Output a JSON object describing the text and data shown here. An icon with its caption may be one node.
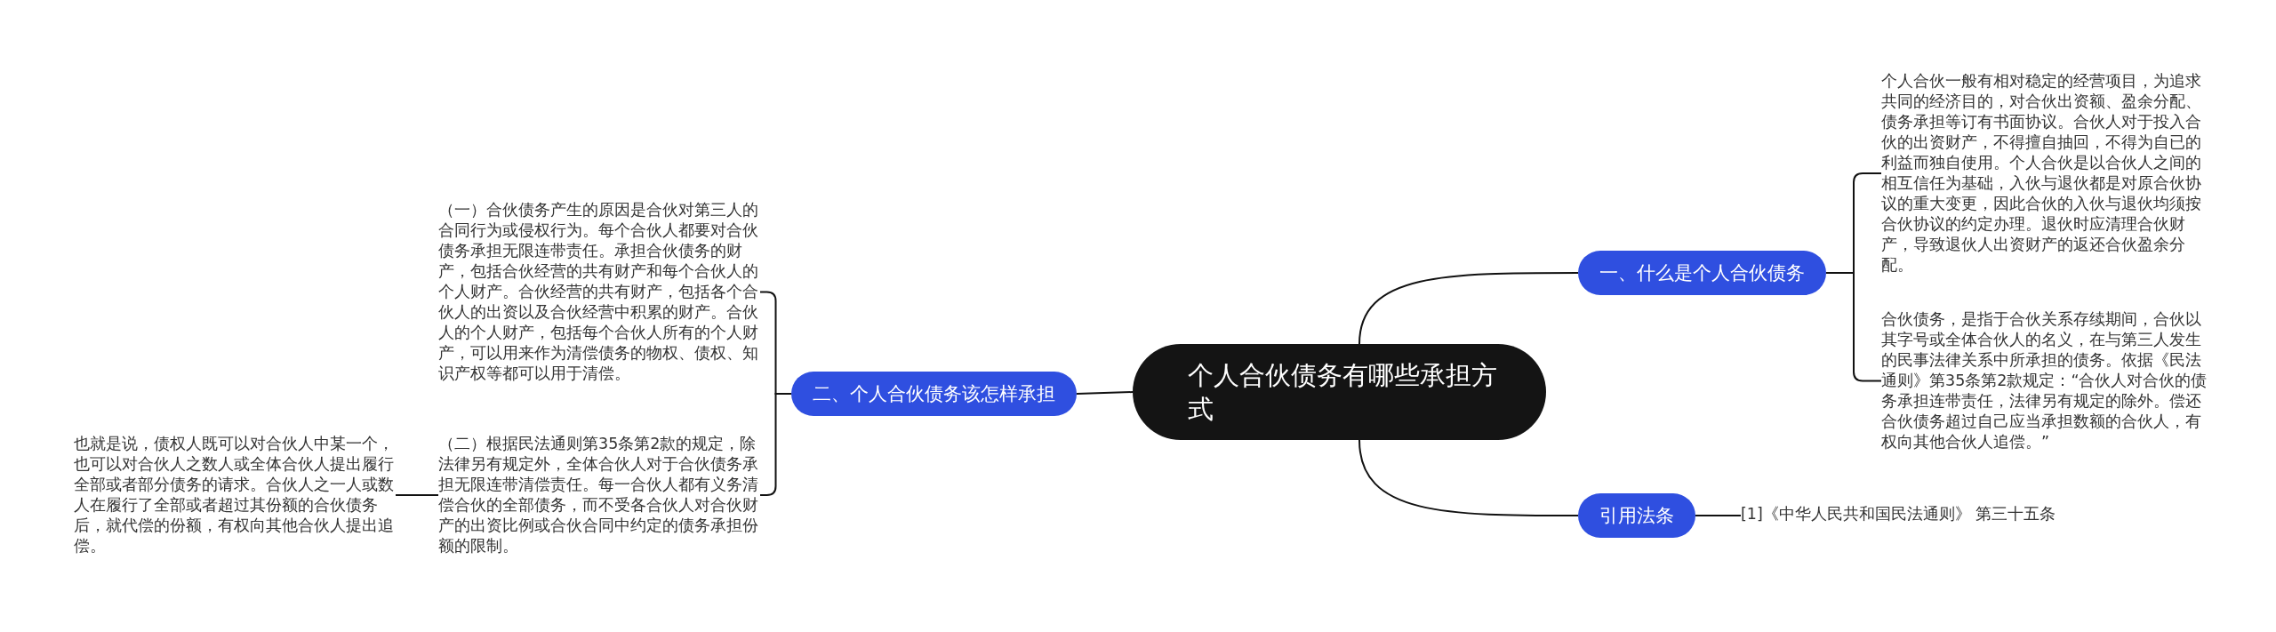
{
  "diagram": {
    "nodes": [
      {
        "text": [
          "个人合伙债务有哪些承担方式"
        ]
      },
      {
        "text": [
          "一、什么是个人合伙债务"
        ]
      },
      {
        "text": [
          "个人合伙一般有相对稳定的经营项目，为追求共同的经济目的，对合伙出资额、盈余分配、债务承担等订有书面协议。合伙人对于投入合伙的出资财产，不得擅自抽回，不得为自已的利益而独自使用。个人合伙是以合伙人之间的相互信任为基础，入伙与退伙都是对原合伙协议的重大变更，因此合伙的入伙与退伙均须按合伙协议的约定办理。退伙时应清理合伙财产，导致退伙人出资财产的返还合伙盈余分配。"
        ]
      },
      {
        "text": [
          "合伙债务，是指于合伙关系存续期间，合伙以其字号或全体合伙人的名义，在与第三人发生的民事法律关系中所承担的债务。依据《民法通则》第35条第2款规定：“合伙人对合伙的债务承担连带责任，法律另有规定的除外。偿还合伙债务超过自己应当承担数额的合伙人，有权向其他合伙人追偿。”"
        ]
      },
      {
        "text": [
          "引用法条"
        ]
      },
      {
        "text": [
          "[1]《中华人民共和国民法通则》 第三十五条"
        ]
      },
      {
        "text": [
          "二、个人合伙债务该怎样承担"
        ]
      },
      {
        "text": [
          "（一）合伙债务产生的原因是合伙对第三人的合同行为或侵权行为。每个合伙人都要对合伙债务承担无限连带责任。承担合伙债务的财产，包括合伙经营的共有财产和每个合伙人的个人财产。合伙经营的共有财产，包括各个合伙人的出资以及合伙经营中积累的财产。合伙人的个人财产，包括每个合伙人所有的个人财产，可以用来作为清偿债务的物权、债权、知识产权等都可以用于清偿。"
        ]
      },
      {
        "text": [
          "（二）根据民法通则第35条第2款的规定，除法律另有规定外，全体合伙人对于合伙债务承担无限连带清偿责任。每一合伙人都有义务清偿合伙的全部债务，而不受各合伙人对合伙财产的出资比例或合伙合同中约定的债务承担份额的限制。"
        ]
      },
      {
        "text": [
          "也就是说，债权人既可以对合伙人中某一个，也可以对合伙人之数人或全体合伙人提出履行全部或者部分债务的请求。合伙人之一人或数人在履行了全部或者超过其份额的合伙债务后，就代偿的份额，有权向其他合伙人提出追偿。"
        ]
      }
    ],
    "edges": [
      {
        "from": 0,
        "to": 1,
        "arrow": "none"
      },
      {
        "from": 1,
        "to": 2,
        "arrow": "none"
      },
      {
        "from": 1,
        "to": 3,
        "arrow": "none"
      },
      {
        "from": 0,
        "to": 4,
        "arrow": "none"
      },
      {
        "from": 4,
        "to": 5,
        "arrow": "none"
      },
      {
        "from": 0,
        "to": 6,
        "arrow": "none"
      },
      {
        "from": 6,
        "to": 7,
        "arrow": "none"
      },
      {
        "from": 6,
        "to": 8,
        "arrow": "none"
      },
      {
        "from": 8,
        "to": 9,
        "arrow": "none"
      }
    ]
  }
}
